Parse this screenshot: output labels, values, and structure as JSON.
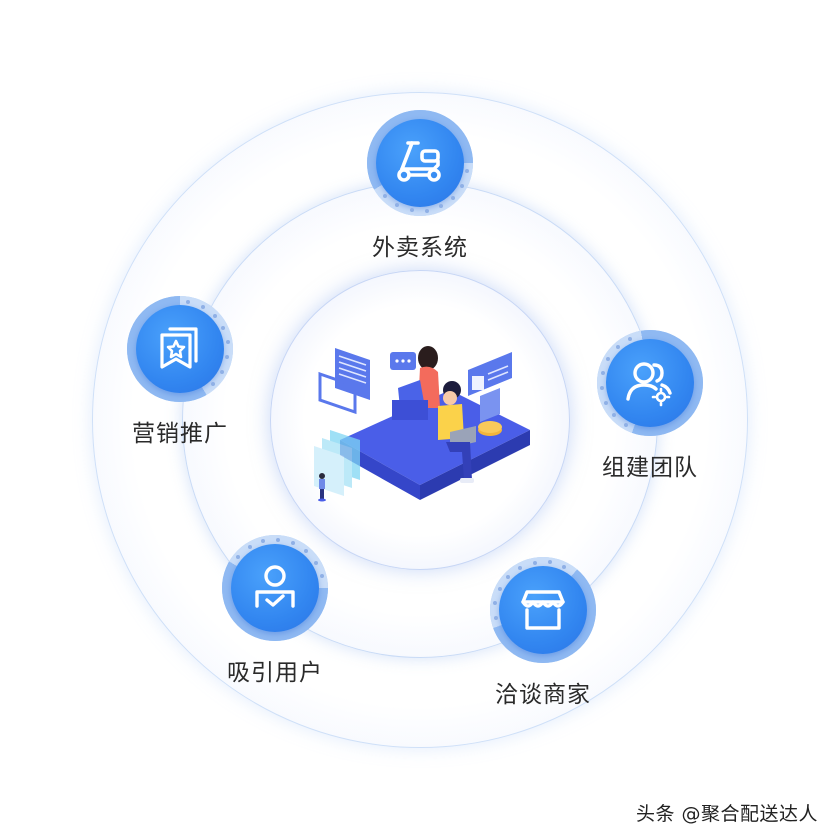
{
  "diagram": {
    "type": "radial-cycle",
    "center_illustration": "isometric-office-team-illustration",
    "nodes": [
      {
        "label": "外卖系统",
        "icon": "scooter-icon"
      },
      {
        "label": "组建团队",
        "icon": "team-gear-icon"
      },
      {
        "label": "洽谈商家",
        "icon": "storefront-icon"
      },
      {
        "label": "吸引用户",
        "icon": "user-check-icon"
      },
      {
        "label": "营销推广",
        "icon": "star-bookmark-icon"
      }
    ]
  },
  "colors": {
    "badge_core": "#3286f0",
    "badge_ring": "#8fb9f2",
    "ring_border": "#cfe0f8",
    "label_text": "#2a2a2a"
  },
  "watermark": "头条 @聚合配送达人"
}
